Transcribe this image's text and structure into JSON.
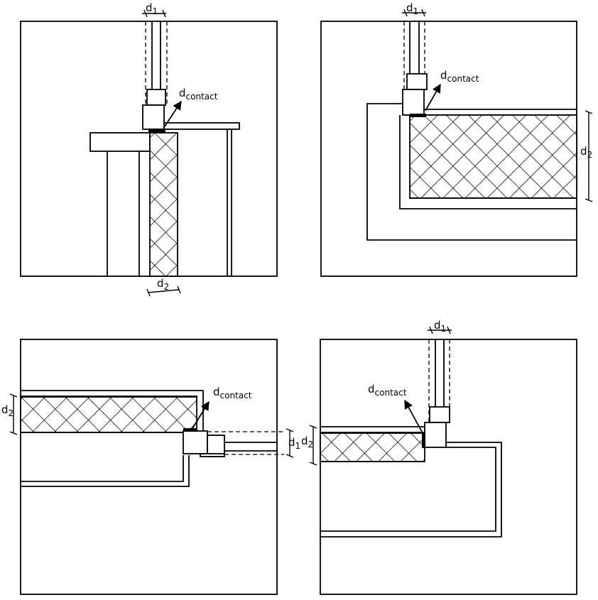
{
  "labels": {
    "d1": "d",
    "d1_sub": "1",
    "d2": "d",
    "d2_sub": "2",
    "dcontact": "d",
    "dcontact_sub": "contact"
  }
}
